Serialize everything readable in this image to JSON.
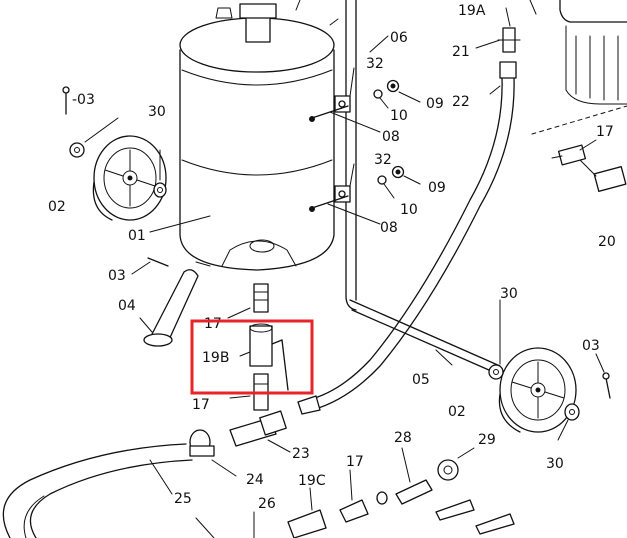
{
  "highlight": {
    "color": "#e8232a",
    "target_label": "19B"
  },
  "labels": {
    "l_19a": "19A",
    "l_06": "06",
    "l_21": "21",
    "l_22": "22",
    "l_03_top": "-03",
    "l_30_left": "30",
    "l_32_top": "32",
    "l_09_top": "09",
    "l_10_top": "10",
    "l_08_top": "08",
    "l_17_right": "17",
    "l_02_left": "02",
    "l_32_mid": "32",
    "l_09_mid": "09",
    "l_10_mid": "10",
    "l_08_mid": "08",
    "l_01": "01",
    "l_20": "20",
    "l_03_left": "03",
    "l_04": "04",
    "l_17_upper": "17",
    "l_19b": "19B",
    "l_17_lower": "17",
    "l_30_right": "30",
    "l_03_right": "03",
    "l_05": "05",
    "l_02_right": "02",
    "l_30_bottom": "30",
    "l_23": "23",
    "l_24": "24",
    "l_28": "28",
    "l_29": "29",
    "l_17_bottom": "17",
    "l_19c": "19C",
    "l_25": "25",
    "l_26": "26"
  }
}
